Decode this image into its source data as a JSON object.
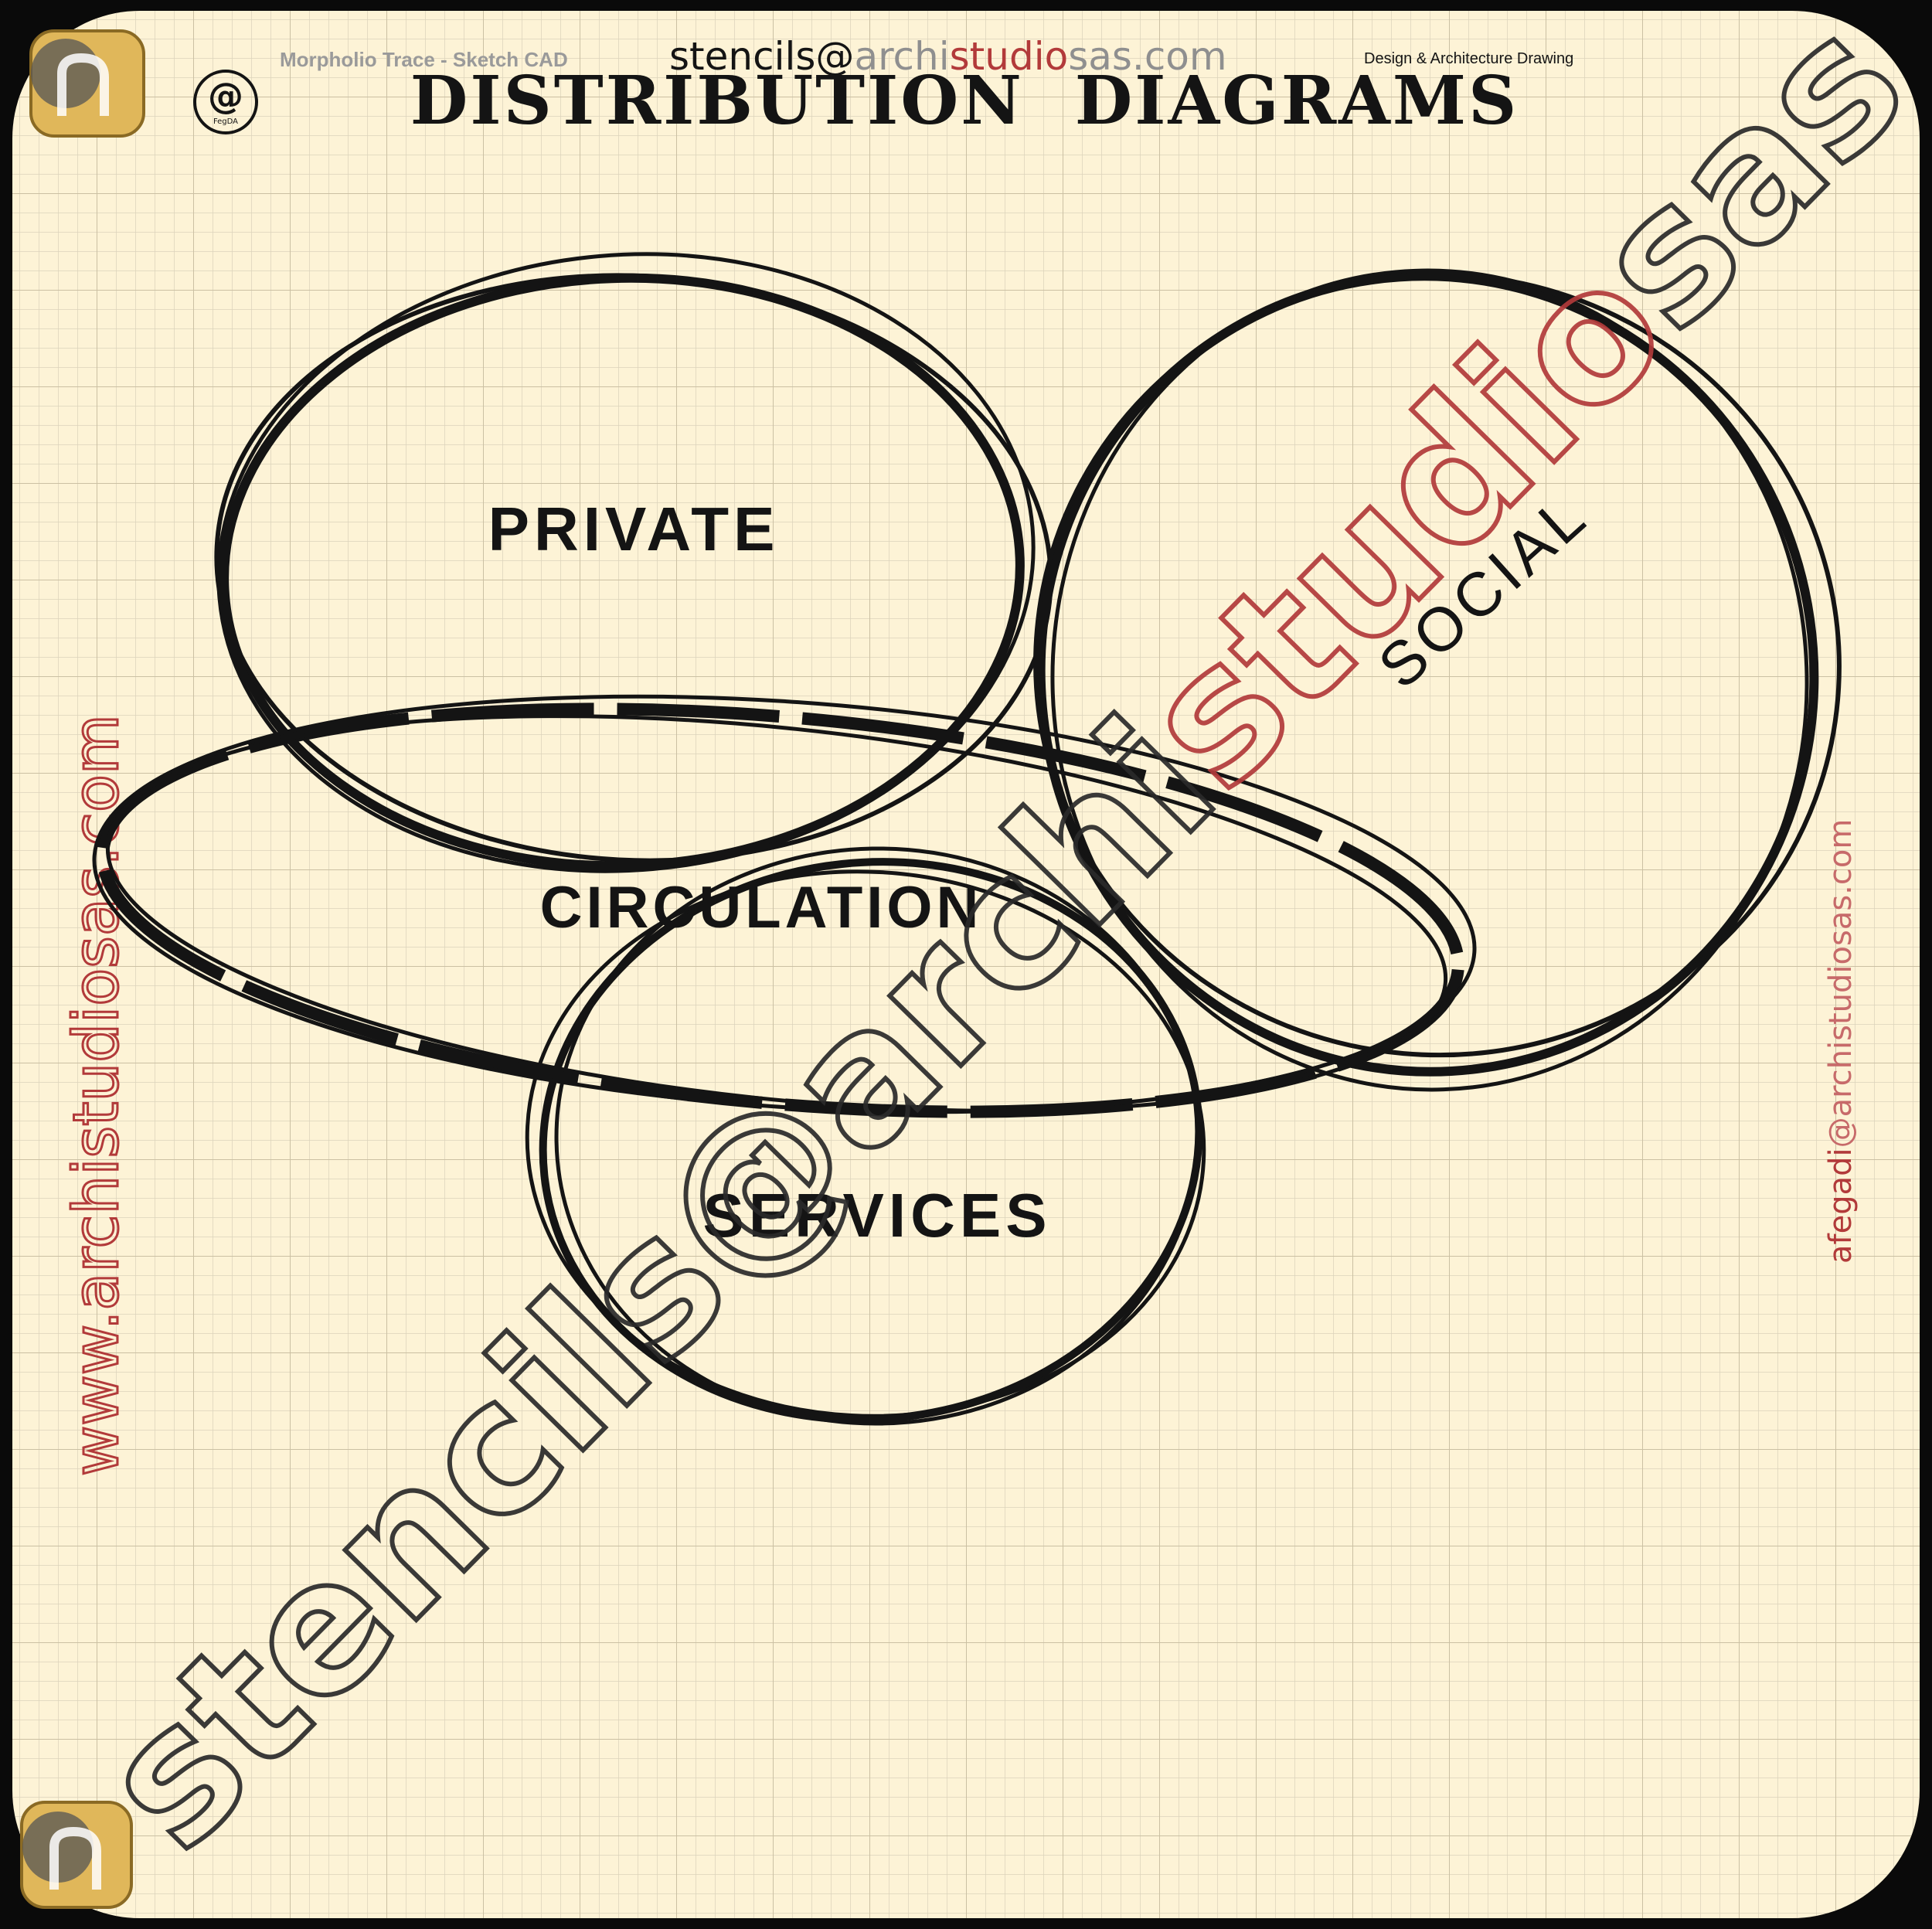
{
  "header": {
    "app_name": "Morpholio Trace - Sketch CAD",
    "email_prefix": "stencils@",
    "email_part1": "archi",
    "email_part2": "studio",
    "email_part3": "sas.com",
    "tagline": "Design & Architecture Drawing",
    "title": "DISTRIBUTION  DIAGRAMS",
    "badge_symbol": "@",
    "badge_small": "FegDA"
  },
  "zones": {
    "private": "PRIVATE",
    "social": "SOCIAL",
    "circulation": "CIRCULATION",
    "services": "SERVICES"
  },
  "side_left": {
    "part1": "www.archi",
    "part2": "studio",
    "part3": "sas.com"
  },
  "side_right": {
    "part1": "afegadi",
    "part2": "@archistudiosas.com"
  },
  "watermark": {
    "part1": "stencils@archi",
    "part2": "studio",
    "part3": "sas.com"
  },
  "colors": {
    "paper": "#fdf3d6",
    "grid": "#d8cfb6",
    "ink": "#141414",
    "accent_red": "#b23a3a",
    "logo_gold": "#e0b75a",
    "frame": "#0a0a0a"
  }
}
